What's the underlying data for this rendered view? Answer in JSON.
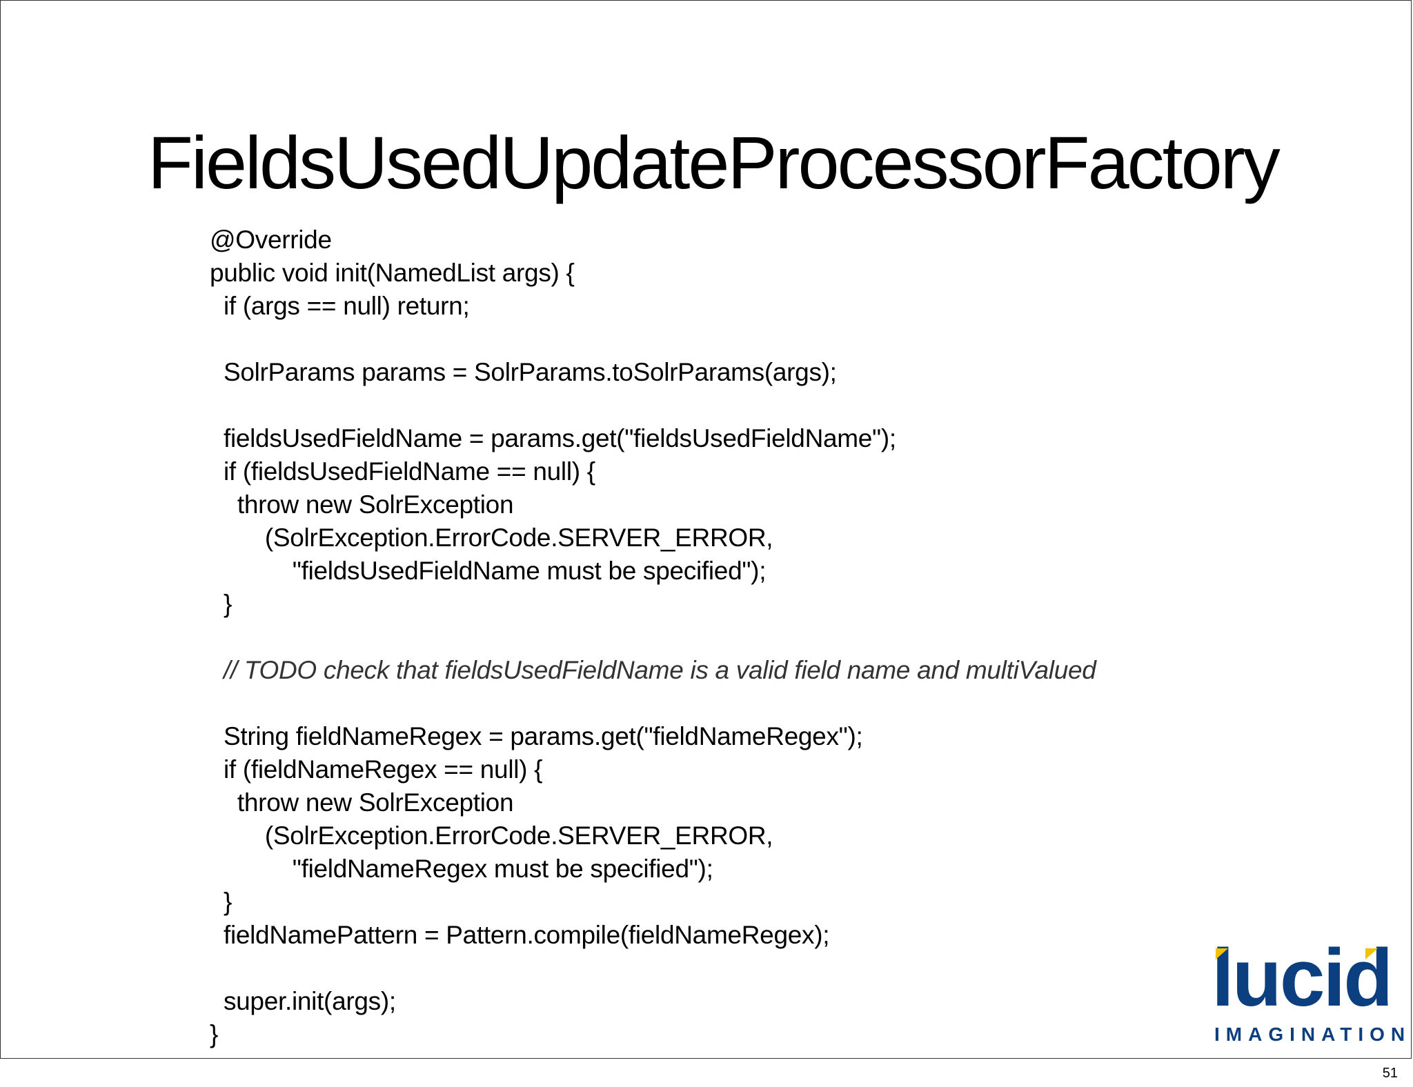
{
  "slide": {
    "title": "FieldsUsedUpdateProcessorFactory",
    "code_lines": [
      "@Override",
      "public void init(NamedList args) {",
      "  if (args == null) return;",
      "",
      "  SolrParams params = SolrParams.toSolrParams(args);",
      "",
      "  fieldsUsedFieldName = params.get(\"fieldsUsedFieldName\");",
      "  if (fieldsUsedFieldName == null) {",
      "    throw new SolrException",
      "        (SolrException.ErrorCode.SERVER_ERROR,",
      "            \"fieldsUsedFieldName must be specified\");",
      "  }",
      "",
      "  // TODO check that fieldsUsedFieldName is a valid field name and multiValued",
      "",
      "  String fieldNameRegex = params.get(\"fieldNameRegex\");",
      "  if (fieldNameRegex == null) {",
      "    throw new SolrException",
      "        (SolrException.ErrorCode.SERVER_ERROR,",
      "            \"fieldNameRegex must be specified\");",
      "  }",
      "  fieldNamePattern = Pattern.compile(fieldNameRegex);",
      "",
      "  super.init(args);",
      "}"
    ],
    "comment_line_index": 13,
    "logo": {
      "word": "lucid",
      "subtitle": "IMAGINATION",
      "brand_color": "#0b3f7f",
      "accent_color": "#f2c200"
    }
  },
  "page_number": "51"
}
